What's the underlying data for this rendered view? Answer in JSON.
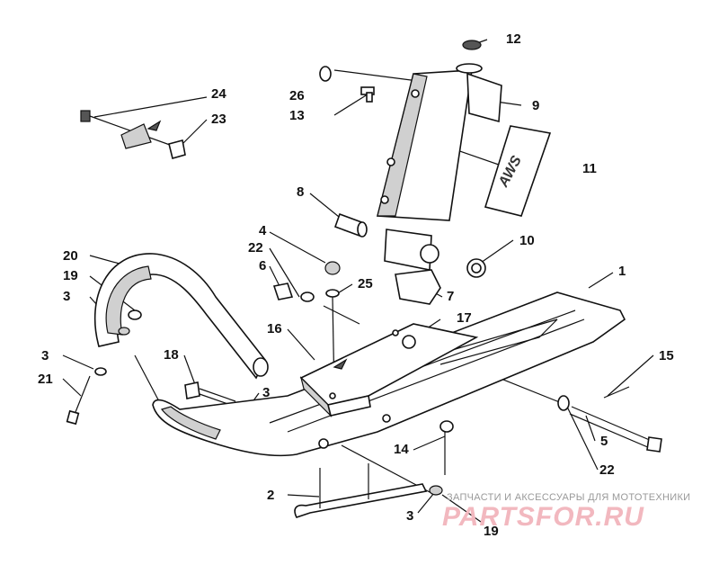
{
  "callouts": [
    {
      "id": "c1",
      "label": "1"
    },
    {
      "id": "c2",
      "label": "2"
    },
    {
      "id": "c3a",
      "label": "3"
    },
    {
      "id": "c3b",
      "label": "3"
    },
    {
      "id": "c3c",
      "label": "3"
    },
    {
      "id": "c3d",
      "label": "3"
    },
    {
      "id": "c4",
      "label": "4"
    },
    {
      "id": "c5",
      "label": "5"
    },
    {
      "id": "c6",
      "label": "6"
    },
    {
      "id": "c7",
      "label": "7"
    },
    {
      "id": "c8",
      "label": "8"
    },
    {
      "id": "c9",
      "label": "9"
    },
    {
      "id": "c10",
      "label": "10"
    },
    {
      "id": "c11",
      "label": "11"
    },
    {
      "id": "c12",
      "label": "12"
    },
    {
      "id": "c13",
      "label": "13"
    },
    {
      "id": "c14",
      "label": "14"
    },
    {
      "id": "c15",
      "label": "15"
    },
    {
      "id": "c16",
      "label": "16"
    },
    {
      "id": "c17",
      "label": "17"
    },
    {
      "id": "c18",
      "label": "18"
    },
    {
      "id": "c19a",
      "label": "19"
    },
    {
      "id": "c19b",
      "label": "19"
    },
    {
      "id": "c20",
      "label": "20"
    },
    {
      "id": "c21",
      "label": "21"
    },
    {
      "id": "c22a",
      "label": "22"
    },
    {
      "id": "c22b",
      "label": "22"
    },
    {
      "id": "c23",
      "label": "23"
    },
    {
      "id": "c24",
      "label": "24"
    },
    {
      "id": "c25",
      "label": "25"
    },
    {
      "id": "c26",
      "label": "26"
    }
  ],
  "decal_text": "AWS",
  "watermark": {
    "tagline": "ЗАПЧАСТИ И АКСЕССУАРЫ ДЛЯ МОТОТЕХНИКИ",
    "logo": "PARTSFOR.RU"
  }
}
